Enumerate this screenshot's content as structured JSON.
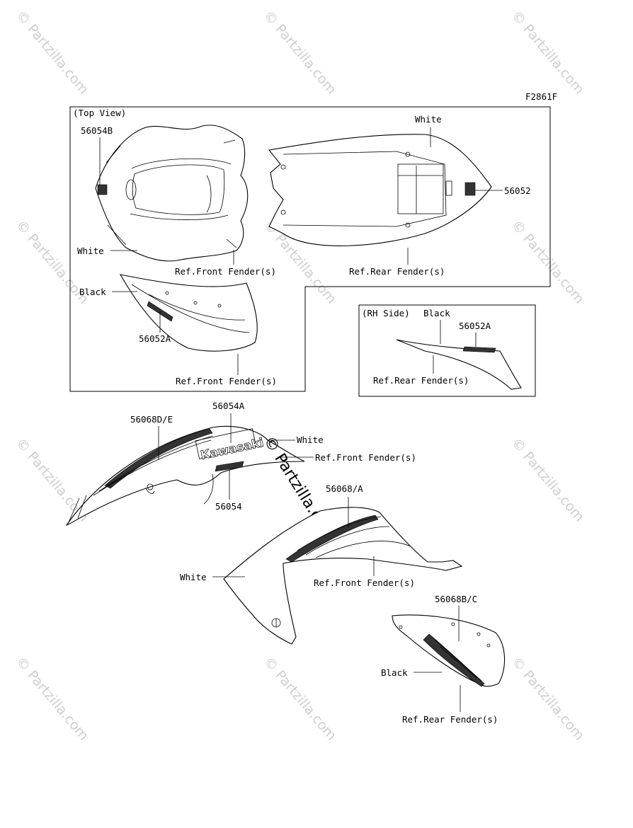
{
  "figure_code": "F2861F",
  "views": {
    "top_view": "(Top View)",
    "rh_side": "(RH Side)"
  },
  "labels": {
    "p56054B": "56054B",
    "white_1": "White",
    "white_2": "White",
    "p56052": "56052",
    "ref_front_fender_1": "Ref.Front Fender(s)",
    "ref_rear_fender_1": "Ref.Rear Fender(s)",
    "black_1": "Black",
    "p56052A_1": "56052A",
    "ref_front_fender_2": "Ref.Front Fender(s)",
    "black_2": "Black",
    "p56052A_2": "56052A",
    "ref_rear_fender_2": "Ref.Rear Fender(s)",
    "p56068DE": "56068D/E",
    "p56054A": "56054A",
    "white_3": "White",
    "ref_front_fender_3": "Ref.Front Fender(s)",
    "p56054": "56054",
    "p56068A": "56068/A",
    "white_4": "White",
    "ref_front_fender_4": "Ref.Front Fender(s)",
    "p56068BC": "56068B/C",
    "black_3": "Black",
    "ref_rear_fender_3": "Ref.Rear Fender(s)"
  },
  "decal_text": "Kawasaki",
  "watermark": "© Partzilla.com"
}
